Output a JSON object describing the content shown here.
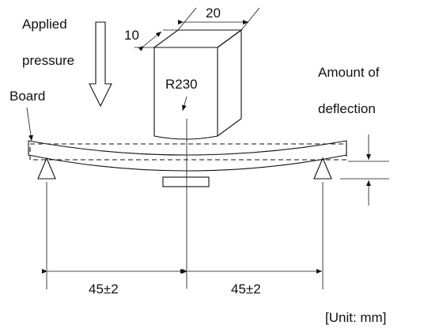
{
  "labels": {
    "applied": "Applied",
    "pressure": "pressure",
    "board": "Board",
    "amount_of": "Amount of",
    "deflection": "deflection",
    "radius": "R230",
    "unit": "[Unit: mm]"
  },
  "dimensions": {
    "block_width": "20",
    "block_depth": "10",
    "span_left": "45±2",
    "span_right": "45±2"
  }
}
